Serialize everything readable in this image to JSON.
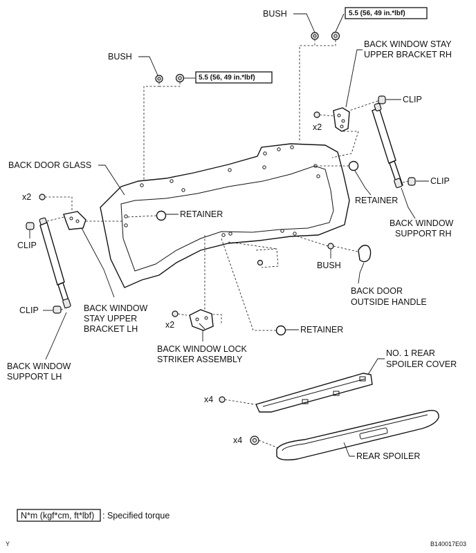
{
  "labels": {
    "bush_top": "BUSH",
    "bush_mid": "BUSH",
    "bush_lower": "BUSH",
    "torque_top": "5.5 (56, 49 in.*lbf)",
    "torque_mid": "5.5 (56, 49 in.*lbf)",
    "stay_rh_l1": "BACK WINDOW STAY",
    "stay_rh_l2": "UPPER BRACKET RH",
    "clip_rh_top": "CLIP",
    "clip_rh_bottom": "CLIP",
    "x2_rh": "x2",
    "back_door_glass": "BACK DOOR GLASS",
    "retainer_left": "RETAINER",
    "retainer_right": "RETAINER",
    "retainer_bottom": "RETAINER",
    "support_rh_l1": "BACK WINDOW",
    "support_rh_l2": "SUPPORT RH",
    "x2_lh": "x2",
    "clip_lh_top": "CLIP",
    "clip_lh_bottom": "CLIP",
    "handle_l1": "BACK DOOR",
    "handle_l2": "OUTSIDE HANDLE",
    "stay_lh_l1": "BACK WINDOW",
    "stay_lh_l2": "STAY UPPER",
    "stay_lh_l3": "BRACKET LH",
    "x2_striker": "x2",
    "striker_l1": "BACK WINDOW LOCK",
    "striker_l2": "STRIKER ASSEMBLY",
    "support_lh_l1": "BACK WINDOW",
    "support_lh_l2": "SUPPORT LH",
    "spoiler_cover_l1": "NO. 1 REAR",
    "spoiler_cover_l2": "SPOILER COVER",
    "x4_cover": "x4",
    "x4_spoiler": "x4",
    "rear_spoiler": "REAR SPOILER"
  },
  "legend": {
    "box_text": "N*m (kgf*cm, ft*lbf)",
    "desc": ": Specified torque"
  },
  "footer": {
    "left_code": "Y",
    "right_code": "B140017E03"
  }
}
